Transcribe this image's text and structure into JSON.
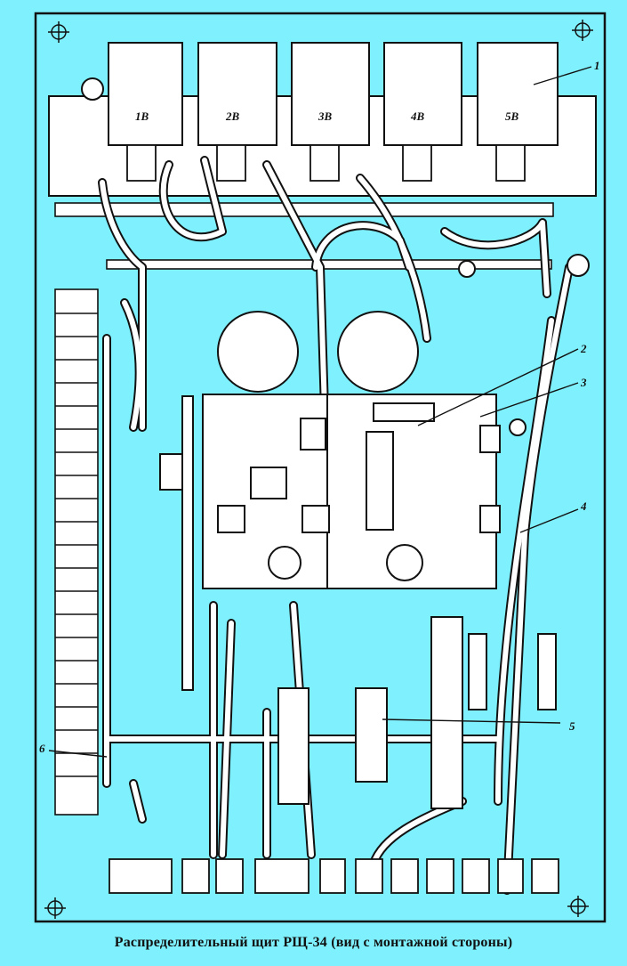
{
  "caption": "Распределительный щит РЩ-34 (вид с монтажной стороны)",
  "block_labels": [
    "1В",
    "2В",
    "3В",
    "4В",
    "5В"
  ],
  "callouts": [
    "1",
    "2",
    "3",
    "4",
    "5",
    "6"
  ],
  "colors": {
    "background": "#7FF1FE",
    "line": "#111111",
    "fill": "#FFFFFF"
  }
}
